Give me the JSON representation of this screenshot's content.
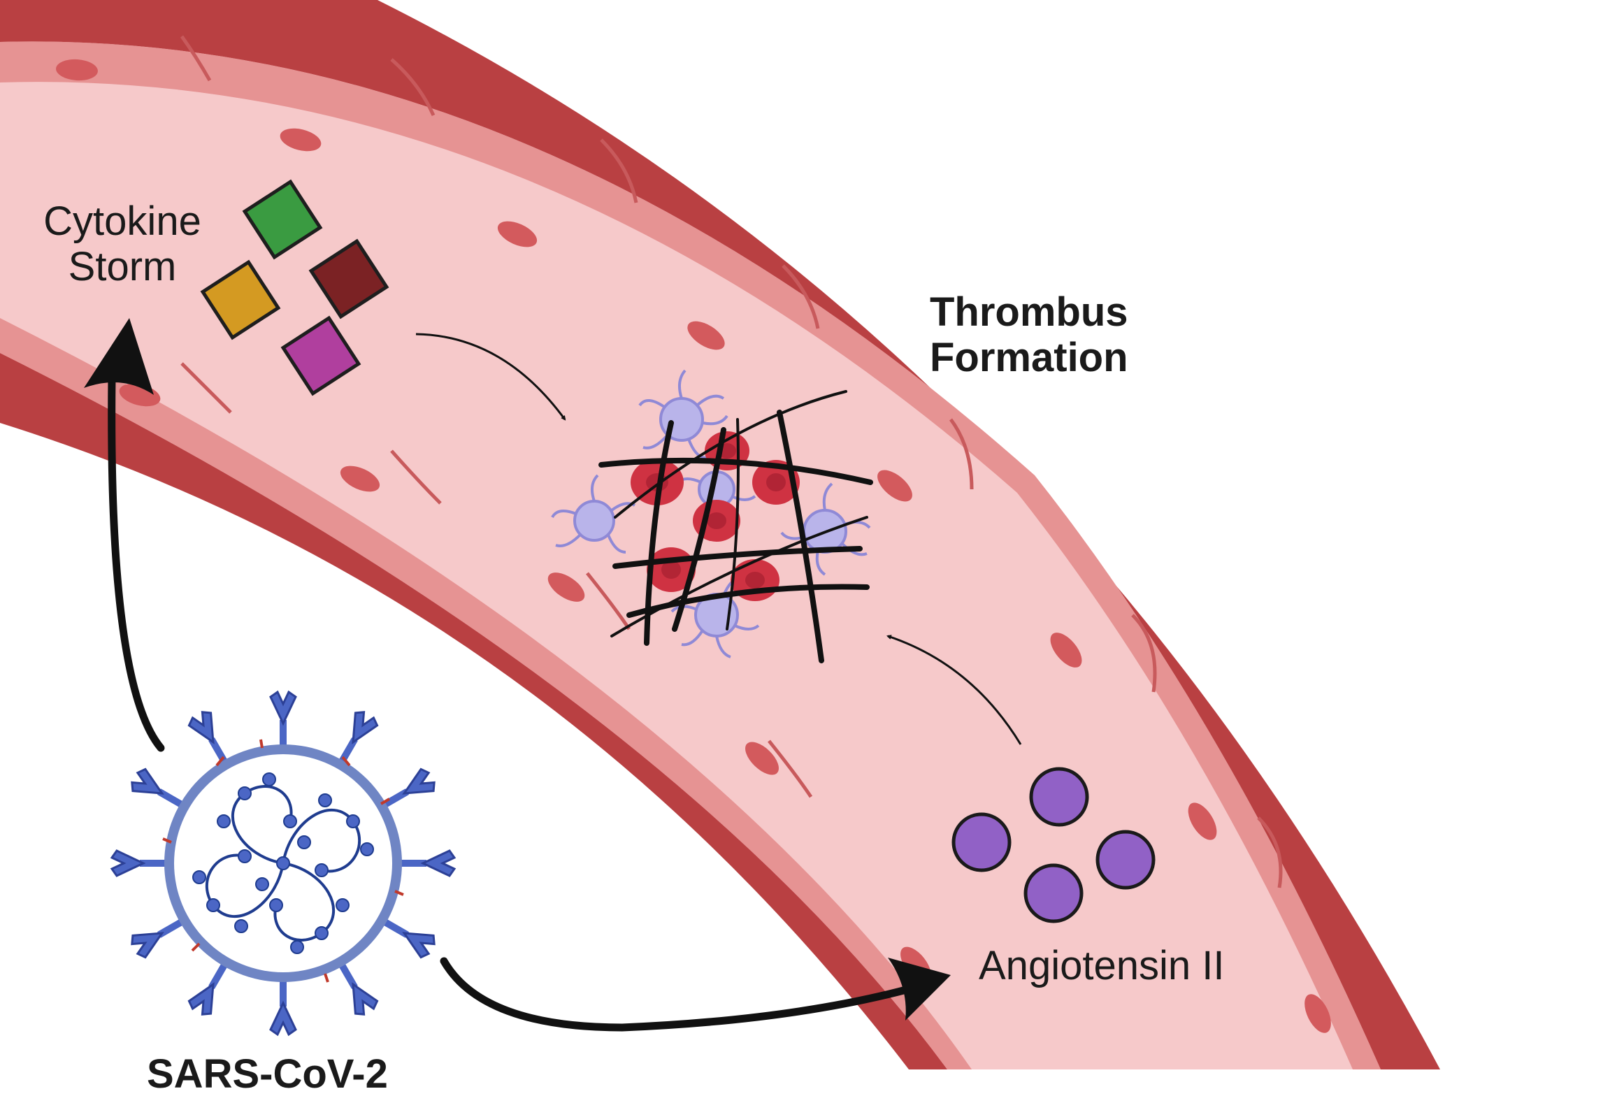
{
  "labels": {
    "cytokine_line1": "Cytokine",
    "cytokine_line2": "Storm",
    "thrombus_line1": "Thrombus",
    "thrombus_line2": "Formation",
    "angiotensin": "Angiotensin II",
    "virus": "SARS-CoV-2"
  },
  "colors": {
    "vessel_wall": "#b94042",
    "vessel_lumen": "#f6c9ca",
    "endothelium": "#e3898a",
    "nucleus": "#d35a5d",
    "cytokine_green": "#3a9b41",
    "cytokine_gold": "#d49a22",
    "cytokine_maroon": "#7b2224",
    "cytokine_magenta": "#b03f9e",
    "angiotensin_purple": "#9161c6",
    "rbc": "#cf3242",
    "platelet": "#b9b4ea",
    "fibrin": "#111111",
    "virus_envelope": "#6f85c4",
    "virus_spike": "#4b66c5",
    "arrow": "#111111"
  },
  "icons": {
    "virus": "sars-cov-2-virus-icon",
    "cytokines": "cytokine-particle-icon",
    "angiotensin": "angiotensin-molecule-icon",
    "thrombus": "fibrin-clot-icon"
  }
}
